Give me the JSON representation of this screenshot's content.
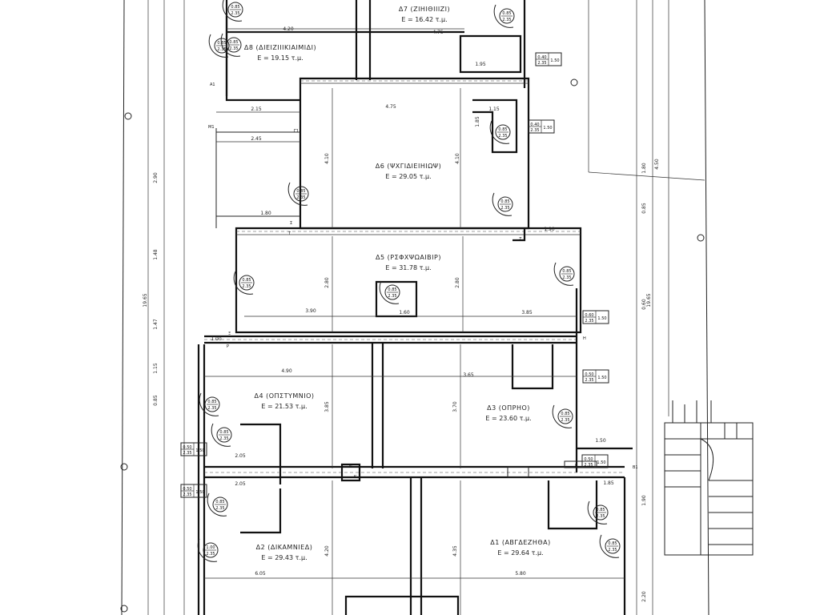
{
  "rooms": [
    {
      "id": "d7",
      "name": "Δ7 (ΖΙΗΙΘΙΙΙΖΙ)",
      "area": "E = 16.42 τ.μ."
    },
    {
      "id": "d8",
      "name": "Δ8 (ΔΙΕΙΖΙΙΙΚΙΑΙΜΙΔΙ)",
      "area": "E = 19.15 τ.μ."
    },
    {
      "id": "d6",
      "name": "Δ6 (ΨΧΓΙΔΙΕΙΗΙΩΨ)",
      "area": "E = 29.05 τ.μ."
    },
    {
      "id": "d5",
      "name": "Δ5 (ΡΣΦΧΨΩΑΙΒΙΡ)",
      "area": "E = 31.78 τ.μ."
    },
    {
      "id": "d4",
      "name": "Δ4 (ΟΠΣΤΥΜΝΙΟ)",
      "area": "E = 21.53 τ.μ."
    },
    {
      "id": "d3",
      "name": "Δ3 (ΟΠΡΗΟ)",
      "area": "E = 23.60 τ.μ."
    },
    {
      "id": "d2",
      "name": "Δ2 (ΔΙΚΑΜΝΙΕΔ)",
      "area": "E = 29.43 τ.μ."
    },
    {
      "id": "d1",
      "name": "Δ1 (ΑΒΓΔΕΖΗΘΑ)",
      "area": "E = 29.64 τ.μ."
    }
  ],
  "dimensions": [
    "4.20",
    "4.75",
    "1.95",
    "2.15",
    "2.45",
    "4.75",
    "1.15",
    "1.85",
    "4.10",
    "4.10",
    "1.80",
    "1.90",
    "2.80",
    "2.80",
    "3.90",
    "1.60",
    "3.85",
    "4.90",
    "3.65",
    "1.00",
    "2.05",
    "2.05",
    "1.50",
    "1.85",
    "6.05",
    "5.80",
    "4.20",
    "4.35",
    "3.70",
    "3.85",
    "19.65",
    "19.65",
    "2.90",
    "1.48",
    "1.47",
    "1.15",
    "0.85",
    "1.80",
    "4.50",
    "0.85",
    "0.60",
    "1.90",
    "2.20"
  ],
  "door_tag": {
    "width": "0.85",
    "height": "2.35"
  },
  "door_tag_alt": {
    "width": "1.00",
    "height": "2.35"
  },
  "window_tags": [
    {
      "size": "0.50",
      "height": "2.35",
      "sill": "1.50"
    },
    {
      "size": "0.60",
      "height": "2.35",
      "sill": "1.50"
    },
    {
      "size": "0.40",
      "height": "2.35",
      "sill": "1.50"
    }
  ],
  "point_labels": [
    "A1",
    "M1",
    "Γ1",
    "Σ",
    "Τ",
    "Ξ",
    "P",
    "H",
    "B",
    "B1",
    "Z",
    "N",
    "K"
  ]
}
